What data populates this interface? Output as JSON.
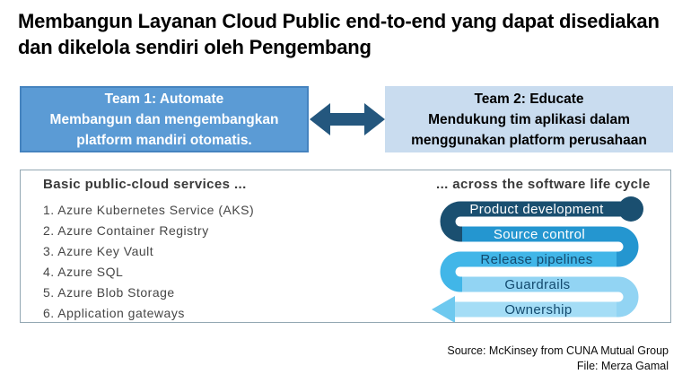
{
  "title": {
    "line1": "Membangun Layanan Cloud Public end-to-end yang dapat disediakan",
    "line2": "dan dikelola sendiri oleh Pengembang"
  },
  "teams": {
    "team1": {
      "heading": "Team 1: Automate",
      "line1": "Membangun dan mengembangkan",
      "line2": "platform mandiri otomatis."
    },
    "team2": {
      "heading": "Team 2: Educate",
      "line1": "Mendukung tim aplikasi dalam",
      "line2": "menggunakan platform perusahaan"
    }
  },
  "panel": {
    "left_header": "Basic public-cloud services ...",
    "right_header": "... across the software life cycle",
    "services": [
      "1. Azure Kubernetes Service (AKS)",
      "2. Azure Container Registry",
      "3. Azure Key Vault",
      "4. Azure SQL",
      "5. Azure Blob Storage",
      "6. Application gateways"
    ],
    "lifecycle": [
      "Product development",
      "Source control",
      "Release pipelines",
      "Guardrails",
      "Ownership"
    ]
  },
  "footer": {
    "source": "Source: McKinsey from CUNA Mutual Group",
    "file": "File: Merza Gamal"
  },
  "colors": {
    "team1_fill": "#5B9BD5",
    "team1_border": "#4583BF",
    "team2_fill": "#C9DCEF",
    "double_arrow": "#24577E",
    "lifecycle_colors": [
      "#1A4F70",
      "#2496D0",
      "#41B6E8",
      "#92D4F3",
      "#A4DDF6"
    ],
    "arrowhead": "#6EC9EF",
    "label_dark": "#134A6E"
  }
}
